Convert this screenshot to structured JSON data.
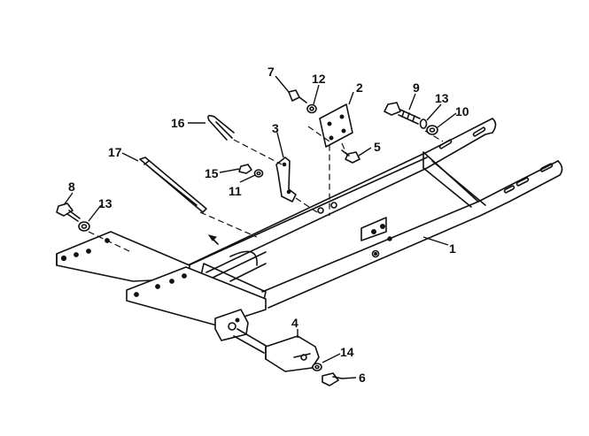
{
  "diagram": {
    "callouts": [
      {
        "id": "c1",
        "label": "1"
      },
      {
        "id": "c2",
        "label": "2"
      },
      {
        "id": "c3",
        "label": "3"
      },
      {
        "id": "c4",
        "label": "4"
      },
      {
        "id": "c5",
        "label": "5"
      },
      {
        "id": "c6",
        "label": "6"
      },
      {
        "id": "c7",
        "label": "7"
      },
      {
        "id": "c8",
        "label": "8"
      },
      {
        "id": "c9",
        "label": "9"
      },
      {
        "id": "c10",
        "label": "10"
      },
      {
        "id": "c11",
        "label": "11"
      },
      {
        "id": "c12",
        "label": "12"
      },
      {
        "id": "c13a",
        "label": "13"
      },
      {
        "id": "c13b",
        "label": "13"
      },
      {
        "id": "c14",
        "label": "14"
      },
      {
        "id": "c15",
        "label": "15"
      },
      {
        "id": "c16",
        "label": "16"
      },
      {
        "id": "c17",
        "label": "17"
      }
    ]
  }
}
